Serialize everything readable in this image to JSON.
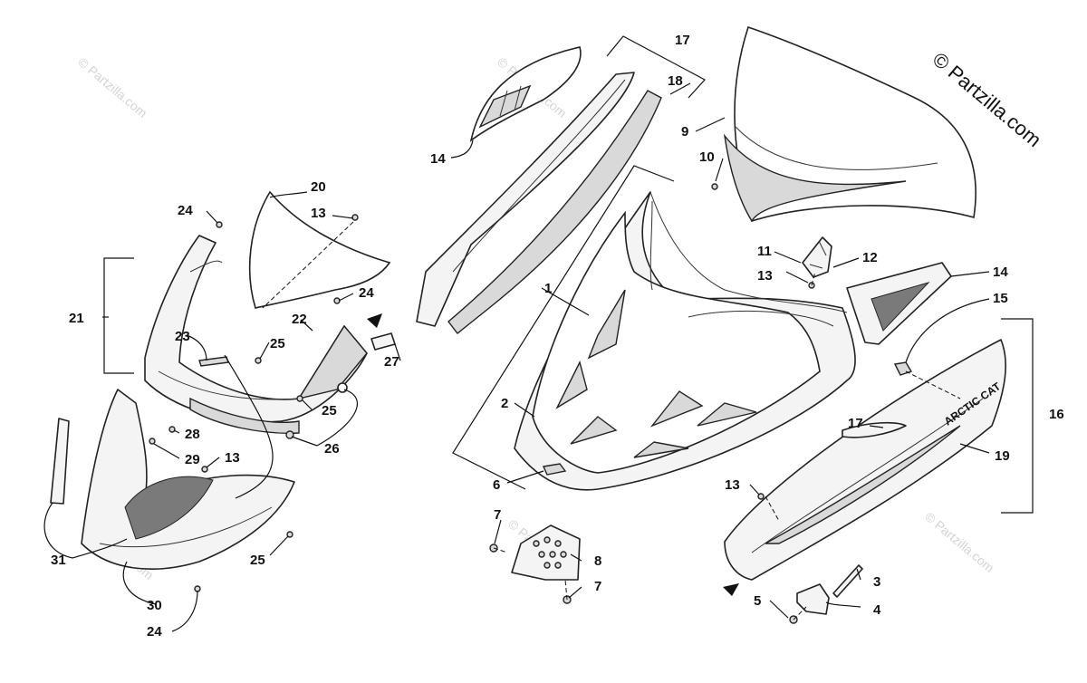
{
  "copyright": "© Partzilla.com",
  "watermark": "© Partzilla.com",
  "side_label": "ARCTIC CAT",
  "callouts": {
    "c1": "1",
    "c2": "2",
    "c3": "3",
    "c4": "4",
    "c5": "5",
    "c6": "6",
    "c7a": "7",
    "c7b": "7",
    "c8": "8",
    "c9": "9",
    "c10": "10",
    "c11": "11",
    "c12": "12",
    "c13a": "13",
    "c13b": "13",
    "c13c": "13",
    "c13d": "13",
    "c14a": "14",
    "c14b": "14",
    "c15": "15",
    "c16": "16",
    "c17a": "17",
    "c17b": "17",
    "c18": "18",
    "c19": "19",
    "c20": "20",
    "c21": "21",
    "c22": "22",
    "c23": "23",
    "c24a": "24",
    "c24b": "24",
    "c24c": "24",
    "c25a": "25",
    "c25b": "25",
    "c25c": "25",
    "c26": "26",
    "c27": "27",
    "c28": "28",
    "c29": "29",
    "c30": "30",
    "c31": "31"
  }
}
